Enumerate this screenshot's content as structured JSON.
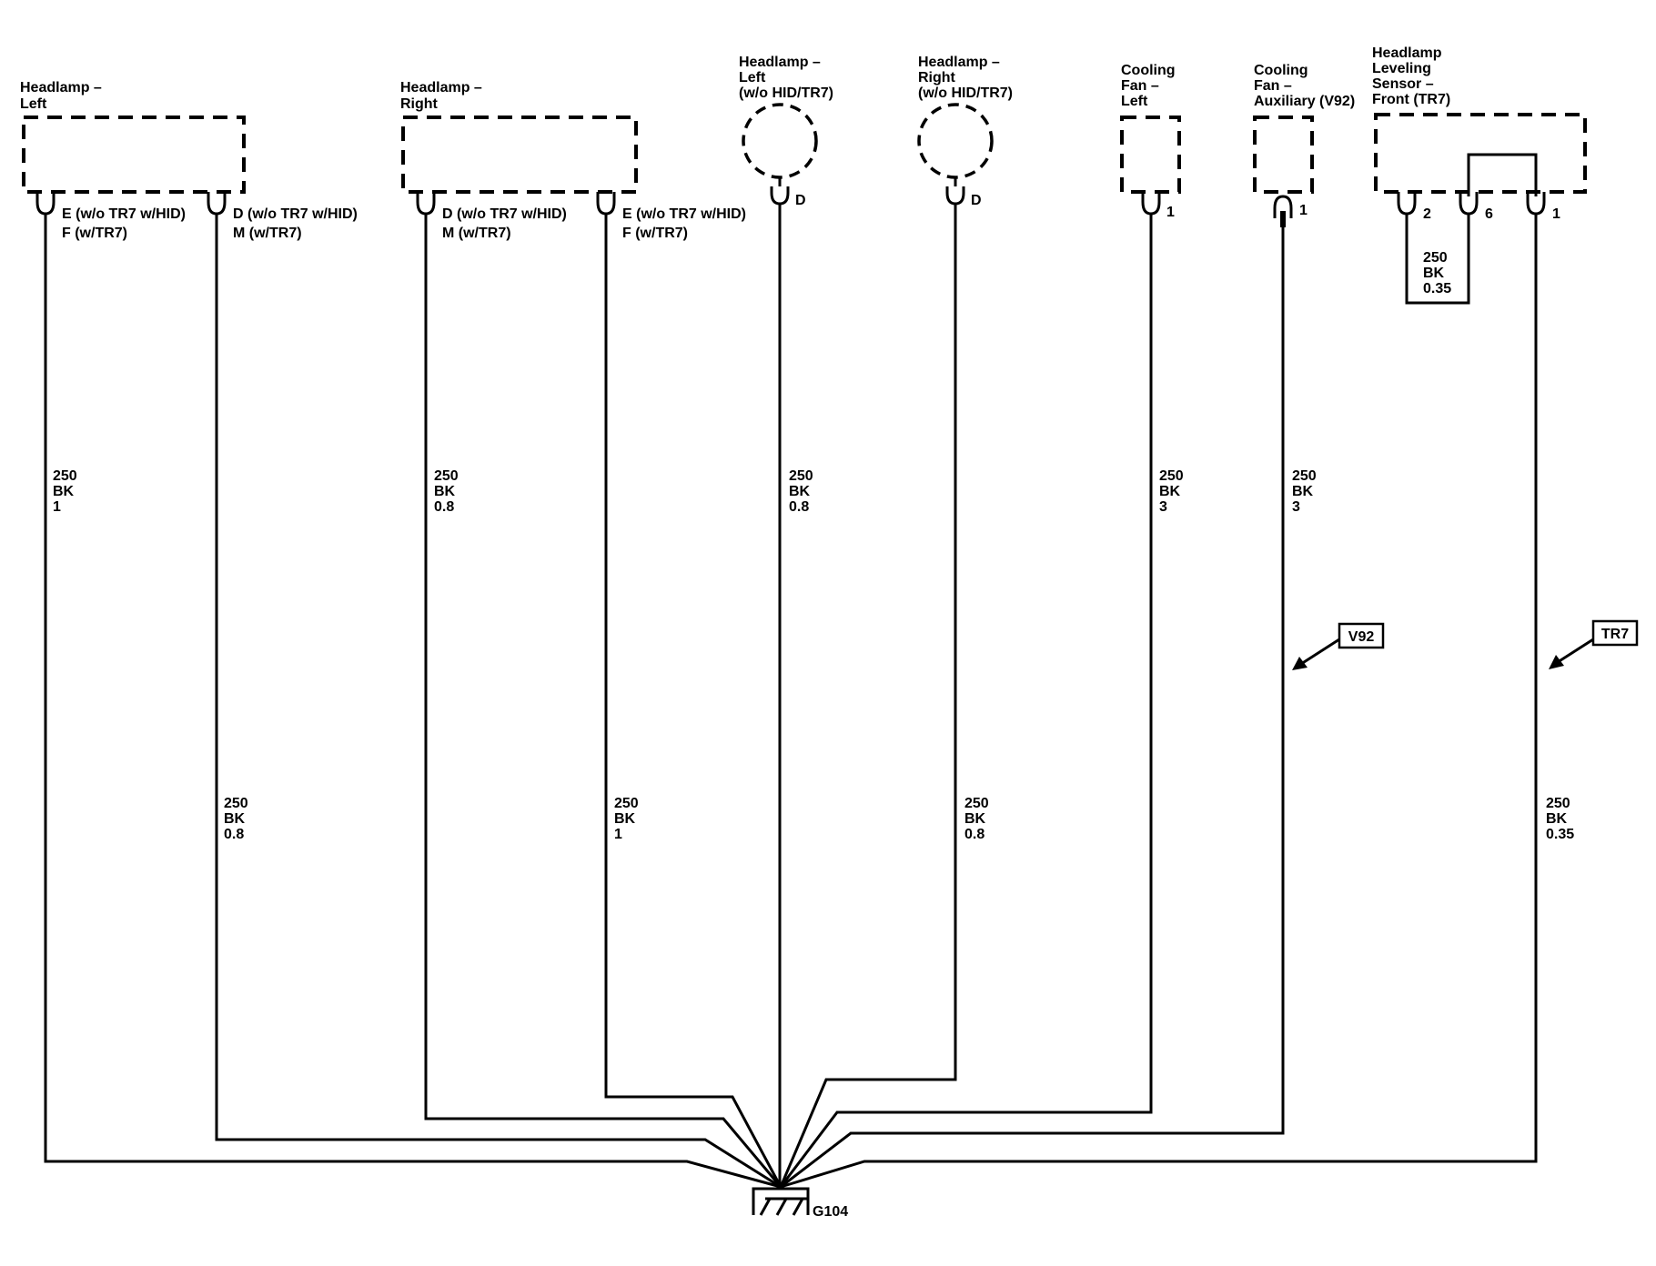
{
  "components": {
    "headlamp_left": {
      "lines": [
        "Headlamp –",
        "Left"
      ],
      "pins": [
        {
          "lines": [
            "E (w/o TR7 w/HID)",
            "F (w/TR7)"
          ]
        },
        {
          "lines": [
            "D (w/o TR7 w/HID)",
            "M (w/TR7)"
          ]
        }
      ]
    },
    "headlamp_right": {
      "lines": [
        "Headlamp –",
        "Right"
      ],
      "pins": [
        {
          "lines": [
            "D (w/o TR7 w/HID)",
            "M (w/TR7)"
          ]
        },
        {
          "lines": [
            "E (w/o TR7 w/HID)",
            "F (w/TR7)"
          ]
        }
      ]
    },
    "headlamp_left_nohid": {
      "lines": [
        "Headlamp –",
        "Left",
        "(w/o HID/TR7)"
      ],
      "pin": "D"
    },
    "headlamp_right_nohid": {
      "lines": [
        "Headlamp –",
        "Right",
        "(w/o HID/TR7)"
      ],
      "pin": "D"
    },
    "cooling_fan_left": {
      "lines": [
        "Cooling",
        "Fan –",
        "Left"
      ],
      "pin": "1"
    },
    "cooling_fan_aux": {
      "lines": [
        "Cooling",
        "Fan –",
        "Auxiliary (V92)"
      ],
      "pin": "1"
    },
    "leveling_sensor": {
      "lines": [
        "Headlamp",
        "Leveling",
        "Sensor –",
        "Front (TR7)"
      ],
      "pins": [
        "2",
        "6",
        "1"
      ]
    }
  },
  "wires": [
    {
      "circuit": "250",
      "color": "BK",
      "size": "1"
    },
    {
      "circuit": "250",
      "color": "BK",
      "size": "0.8"
    },
    {
      "circuit": "250",
      "color": "BK",
      "size": "0.8"
    },
    {
      "circuit": "250",
      "color": "BK",
      "size": "1"
    },
    {
      "circuit": "250",
      "color": "BK",
      "size": "0.8"
    },
    {
      "circuit": "250",
      "color": "BK",
      "size": "0.8"
    },
    {
      "circuit": "250",
      "color": "BK",
      "size": "3"
    },
    {
      "circuit": "250",
      "color": "BK",
      "size": "3"
    },
    {
      "circuit": "250",
      "color": "BK",
      "size": "0.35"
    },
    {
      "circuit": "250",
      "color": "BK",
      "size": "0.35"
    }
  ],
  "options": {
    "v92": "V92",
    "tr7": "TR7"
  },
  "ground": {
    "label": "G104"
  }
}
